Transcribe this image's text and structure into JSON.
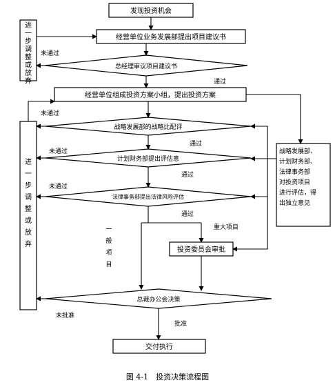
{
  "nodes": {
    "start": "发现投资机会",
    "proposal": "经营单位业务发展部提出项目建议书",
    "gm_review": "总经理审议项目建议书",
    "plan": "经营单位组成投资方案小组，提出投资方案",
    "strategy_review": "战略发展部的战略比配评",
    "finance_review": "计划财务部提出评估意",
    "legal_review": "法律事务部提出法律风险评估",
    "committee": "投资委员会审批",
    "president": "总裁办公会决策",
    "execute": "交付执行",
    "left_top": "进一步调整或放弃",
    "left_bottom": "进一步调整或放弃",
    "right_box": [
      "战略发展部、",
      "计划财务部、",
      "法律事务部",
      "对投资项目",
      "进行评估，得",
      "出独立意见"
    ]
  },
  "edge_labels": {
    "fail_gm": "未通过",
    "pass_gm": "通过",
    "fail_strategy": "未通过",
    "pass_strategy": "通过",
    "fail_finance": "未通过",
    "pass_finance": "通过",
    "fail_legal": "未通过",
    "pass_legal": "通过",
    "major": "重大项目",
    "general": "一般项目",
    "not_approved": "未批准",
    "approved": "批准"
  },
  "caption": "图 4-1　投资决策流程图"
}
